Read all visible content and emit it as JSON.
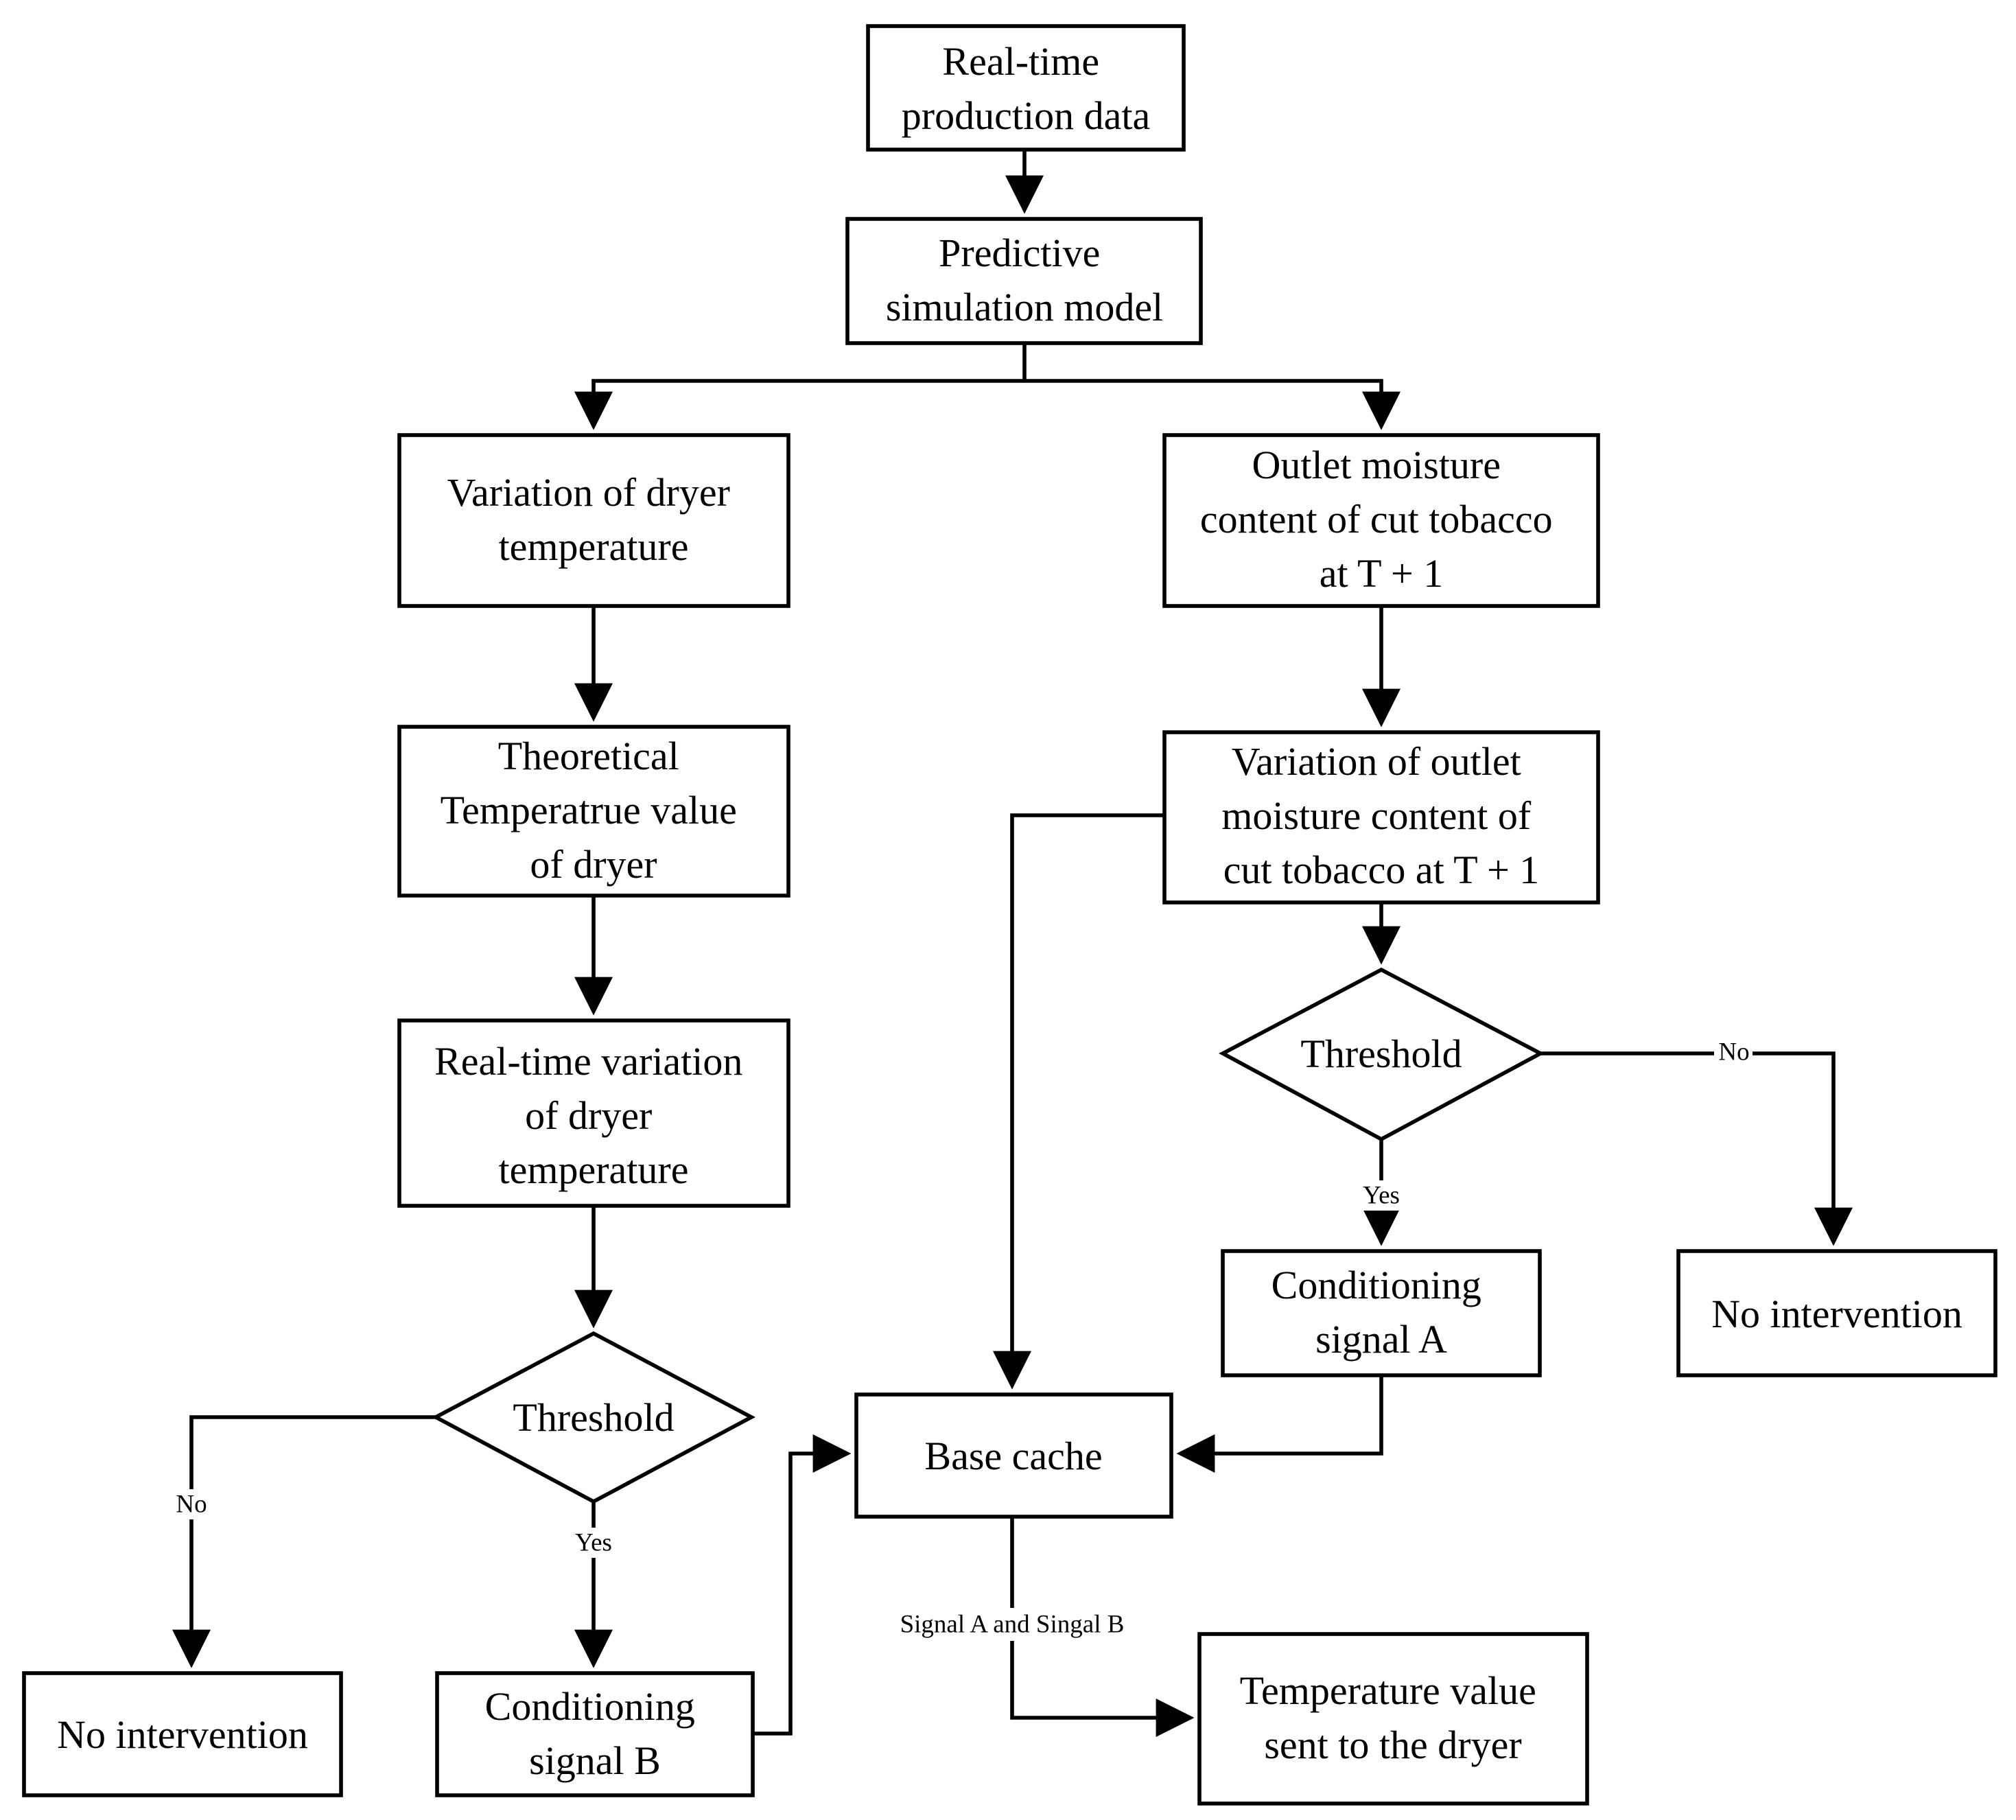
{
  "nodes": {
    "realtime_data": [
      "Real-time",
      "production data"
    ],
    "predictive_model": [
      "Predictive",
      "simulation model"
    ],
    "variation_dryer_temp": [
      "Variation of dryer",
      "temperature"
    ],
    "outlet_moisture": [
      "Outlet moisture",
      "content of cut tobacco",
      "at T + 1"
    ],
    "theoretical_temp": [
      "Theoretical",
      "Temperatrue value",
      "of dryer"
    ],
    "variation_outlet_moisture": [
      "Variation of outlet",
      "moisture content of",
      "cut tobacco  at T + 1"
    ],
    "realtime_variation": [
      "Real-time variation",
      "of dryer",
      "temperature"
    ],
    "threshold_right": [
      "Threshold"
    ],
    "threshold_left": [
      "Threshold"
    ],
    "conditioning_a": [
      "Conditioning",
      "signal A"
    ],
    "no_intervention_right": [
      "No intervention"
    ],
    "base_cache": [
      "Base cache"
    ],
    "no_intervention_left": [
      "No intervention"
    ],
    "conditioning_b": [
      "Conditioning",
      "signal B"
    ],
    "temperature_value": [
      "Temperature value",
      "sent to the dryer"
    ]
  },
  "edge_labels": {
    "no_right": "No",
    "yes_right": "Yes",
    "no_left": "No",
    "yes_left": "Yes",
    "signals": "Signal A and Singal B"
  },
  "colors": {
    "stroke": "#000000",
    "background": "#ffffff"
  }
}
